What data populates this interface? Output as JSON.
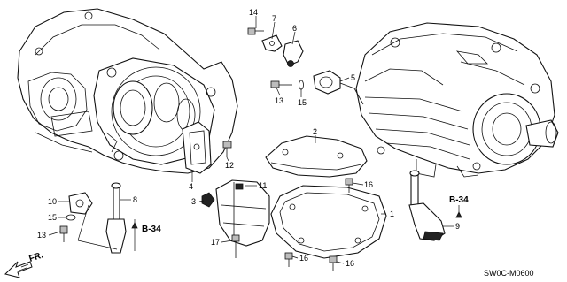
{
  "diagram": {
    "part_numbers": [
      "1",
      "2",
      "3",
      "4",
      "5",
      "6",
      "7",
      "8",
      "9",
      "10",
      "11",
      "12",
      "13",
      "14",
      "15",
      "16",
      "17"
    ],
    "callouts": [
      {
        "id": "c14",
        "text": "14"
      },
      {
        "id": "c7",
        "text": "7"
      },
      {
        "id": "c6",
        "text": "6"
      },
      {
        "id": "c5",
        "text": "5"
      },
      {
        "id": "c13a",
        "text": "13"
      },
      {
        "id": "c15a",
        "text": "15"
      },
      {
        "id": "c2",
        "text": "2"
      },
      {
        "id": "c12",
        "text": "12"
      },
      {
        "id": "c4",
        "text": "4"
      },
      {
        "id": "c11",
        "text": "11"
      },
      {
        "id": "c16a",
        "text": "16"
      },
      {
        "id": "c3",
        "text": "3"
      },
      {
        "id": "c1",
        "text": "1"
      },
      {
        "id": "c8",
        "text": "8"
      },
      {
        "id": "c10",
        "text": "10"
      },
      {
        "id": "c15b",
        "text": "15"
      },
      {
        "id": "c13b",
        "text": "13"
      },
      {
        "id": "c17",
        "text": "17"
      },
      {
        "id": "c16b",
        "text": "16"
      },
      {
        "id": "c16c",
        "text": "16"
      },
      {
        "id": "c9",
        "text": "9"
      }
    ],
    "references": [
      {
        "id": "b34a",
        "text": "B-34"
      },
      {
        "id": "b34b",
        "text": "B-34"
      }
    ],
    "direction_label": "FR.",
    "diagram_code": "SW0C-M0600"
  }
}
